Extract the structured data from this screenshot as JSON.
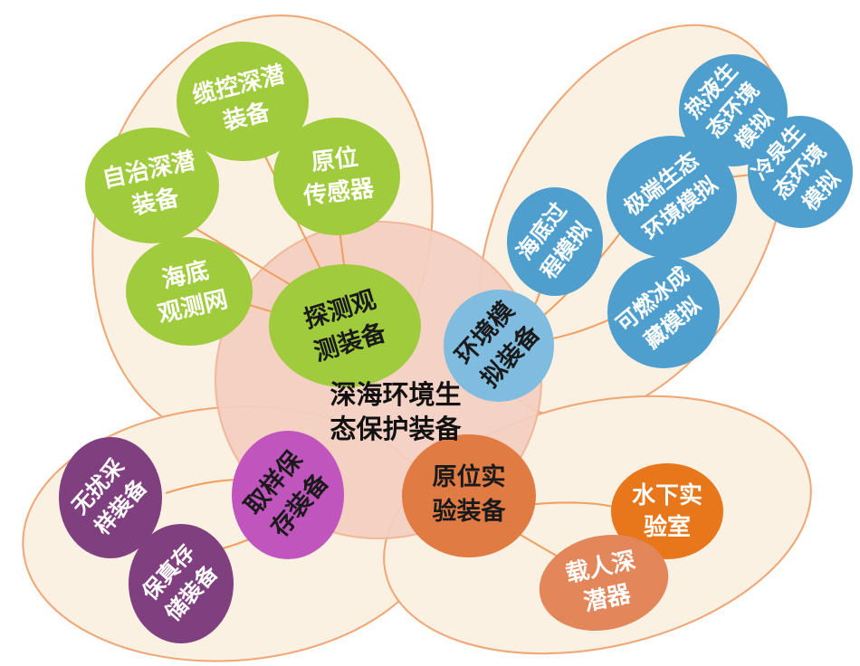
{
  "diagram": {
    "title": "深海环境生态保护装备",
    "center": {
      "label_line1": "深海环境生",
      "label_line2": "态保护装备"
    },
    "colors": {
      "background": "#FFFFFF",
      "lobe_fill": "#FBF1E2",
      "lobe_stroke": "#F0A878",
      "core_fill": "#F5CFC2",
      "core_stroke": "#F2B496",
      "connector": "#F0A060",
      "green": "#A0CB3C",
      "blue": "#4E9FCE",
      "purple_hub": "#C055BE",
      "purple_leaf": "#80407F",
      "orange_hub": "#E07B44",
      "orange_leaf": "#E8761B",
      "orange_leaf_soft": "#E3865A"
    },
    "branches": [
      {
        "id": "detection",
        "hub": {
          "line1": "探测观",
          "line2": "测装备",
          "color": "#A0CB3C",
          "text_color": "#1a1a1a"
        },
        "leaves": [
          {
            "line1": "缆控深潜",
            "line2": "装备",
            "color": "#A0CB3C",
            "text_color": "#ffffff"
          },
          {
            "line1": "自治深潜",
            "line2": "装备",
            "color": "#A0CB3C",
            "text_color": "#ffffff"
          },
          {
            "line1": "原位",
            "line2": "传感器",
            "color": "#A0CB3C",
            "text_color": "#ffffff"
          },
          {
            "line1": "海底",
            "line2": "观测网",
            "color": "#A0CB3C",
            "text_color": "#ffffff"
          }
        ]
      },
      {
        "id": "simulation",
        "hub": {
          "line1": "环境模",
          "line2": "拟装备",
          "color": "#4E9FCE",
          "text_color": "#1a1a1a"
        },
        "leaves": [
          {
            "line1": "热液生",
            "line2": "态环境",
            "line3": "模拟",
            "color": "#4E9FCE",
            "text_color": "#ffffff"
          },
          {
            "line1": "冷泉生",
            "line2": "态环境",
            "line3": "模拟",
            "color": "#4E9FCE",
            "text_color": "#ffffff"
          },
          {
            "line1": "极端生态",
            "line2": "环境模拟",
            "color": "#4E9FCE",
            "text_color": "#ffffff"
          },
          {
            "line1": "海底过",
            "line2": "程模拟",
            "color": "#4E9FCE",
            "text_color": "#ffffff"
          },
          {
            "line1": "可燃冰成",
            "line2": "藏模拟",
            "color": "#4E9FCE",
            "text_color": "#ffffff"
          }
        ]
      },
      {
        "id": "sampling",
        "hub": {
          "line1": "取样保",
          "line2": "存装备",
          "color": "#C055BE",
          "text_color": "#1a1a1a"
        },
        "leaves": [
          {
            "line1": "无扰采",
            "line2": "样装备",
            "color": "#80407F",
            "text_color": "#ffffff"
          },
          {
            "line1": "保真存",
            "line2": "储装备",
            "color": "#80407F",
            "text_color": "#ffffff"
          }
        ]
      },
      {
        "id": "experiment",
        "hub": {
          "line1": "原位实",
          "line2": "验装备",
          "color": "#E07B44",
          "text_color": "#1a1a1a"
        },
        "leaves": [
          {
            "line1": "水下实",
            "line2": "验室",
            "color": "#E8761B",
            "text_color": "#ffffff"
          },
          {
            "line1": "载人深",
            "line2": "潜器",
            "color": "#E3865A",
            "text_color": "#ffffff"
          }
        ]
      }
    ]
  }
}
